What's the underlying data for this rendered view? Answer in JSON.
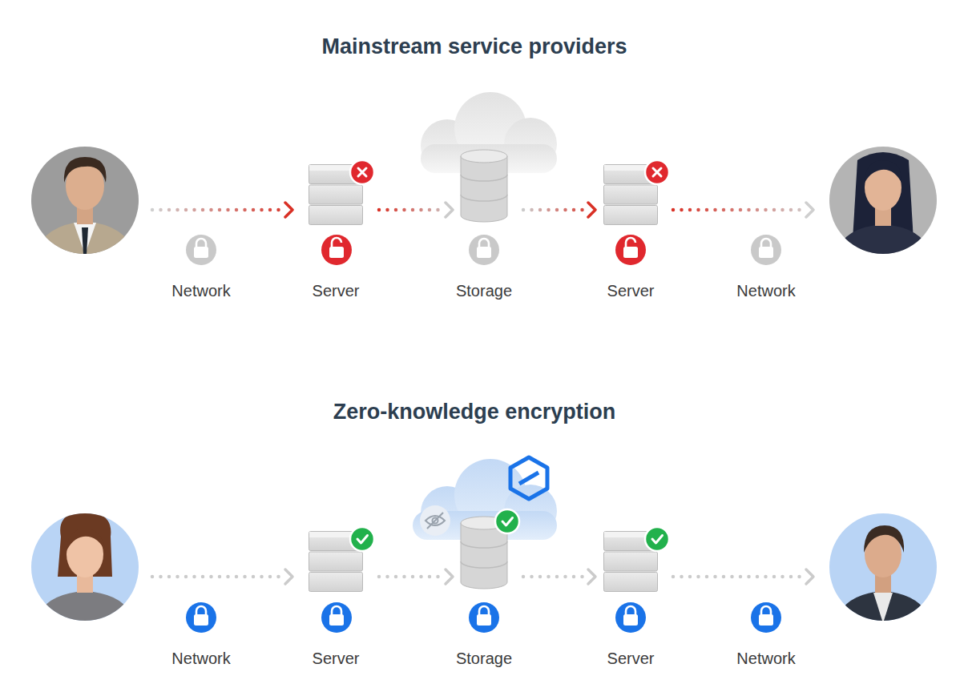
{
  "diagram": {
    "nodes": [
      {
        "text": [
          "Server"
        ]
      },
      {
        "text": [
          "Storage"
        ]
      },
      {
        "text": [
          "Server"
        ]
      },
      {
        "text": [
          "Server"
        ]
      },
      {
        "text": [
          "Storage"
        ]
      },
      {
        "text": [
          "Server"
        ]
      }
    ],
    "edges": [
      {
        "from": 0,
        "to": 1,
        "arrow": "to"
      },
      {
        "from": 1,
        "to": 2,
        "arrow": "to"
      },
      {
        "from": 3,
        "to": 4,
        "arrow": "to"
      },
      {
        "from": 4,
        "to": 5,
        "arrow": "to"
      }
    ],
    "labels": [
      "Mainstream service providers",
      "Network",
      "Network",
      "Zero-knowledge encryption",
      "Network",
      "Network"
    ]
  }
}
